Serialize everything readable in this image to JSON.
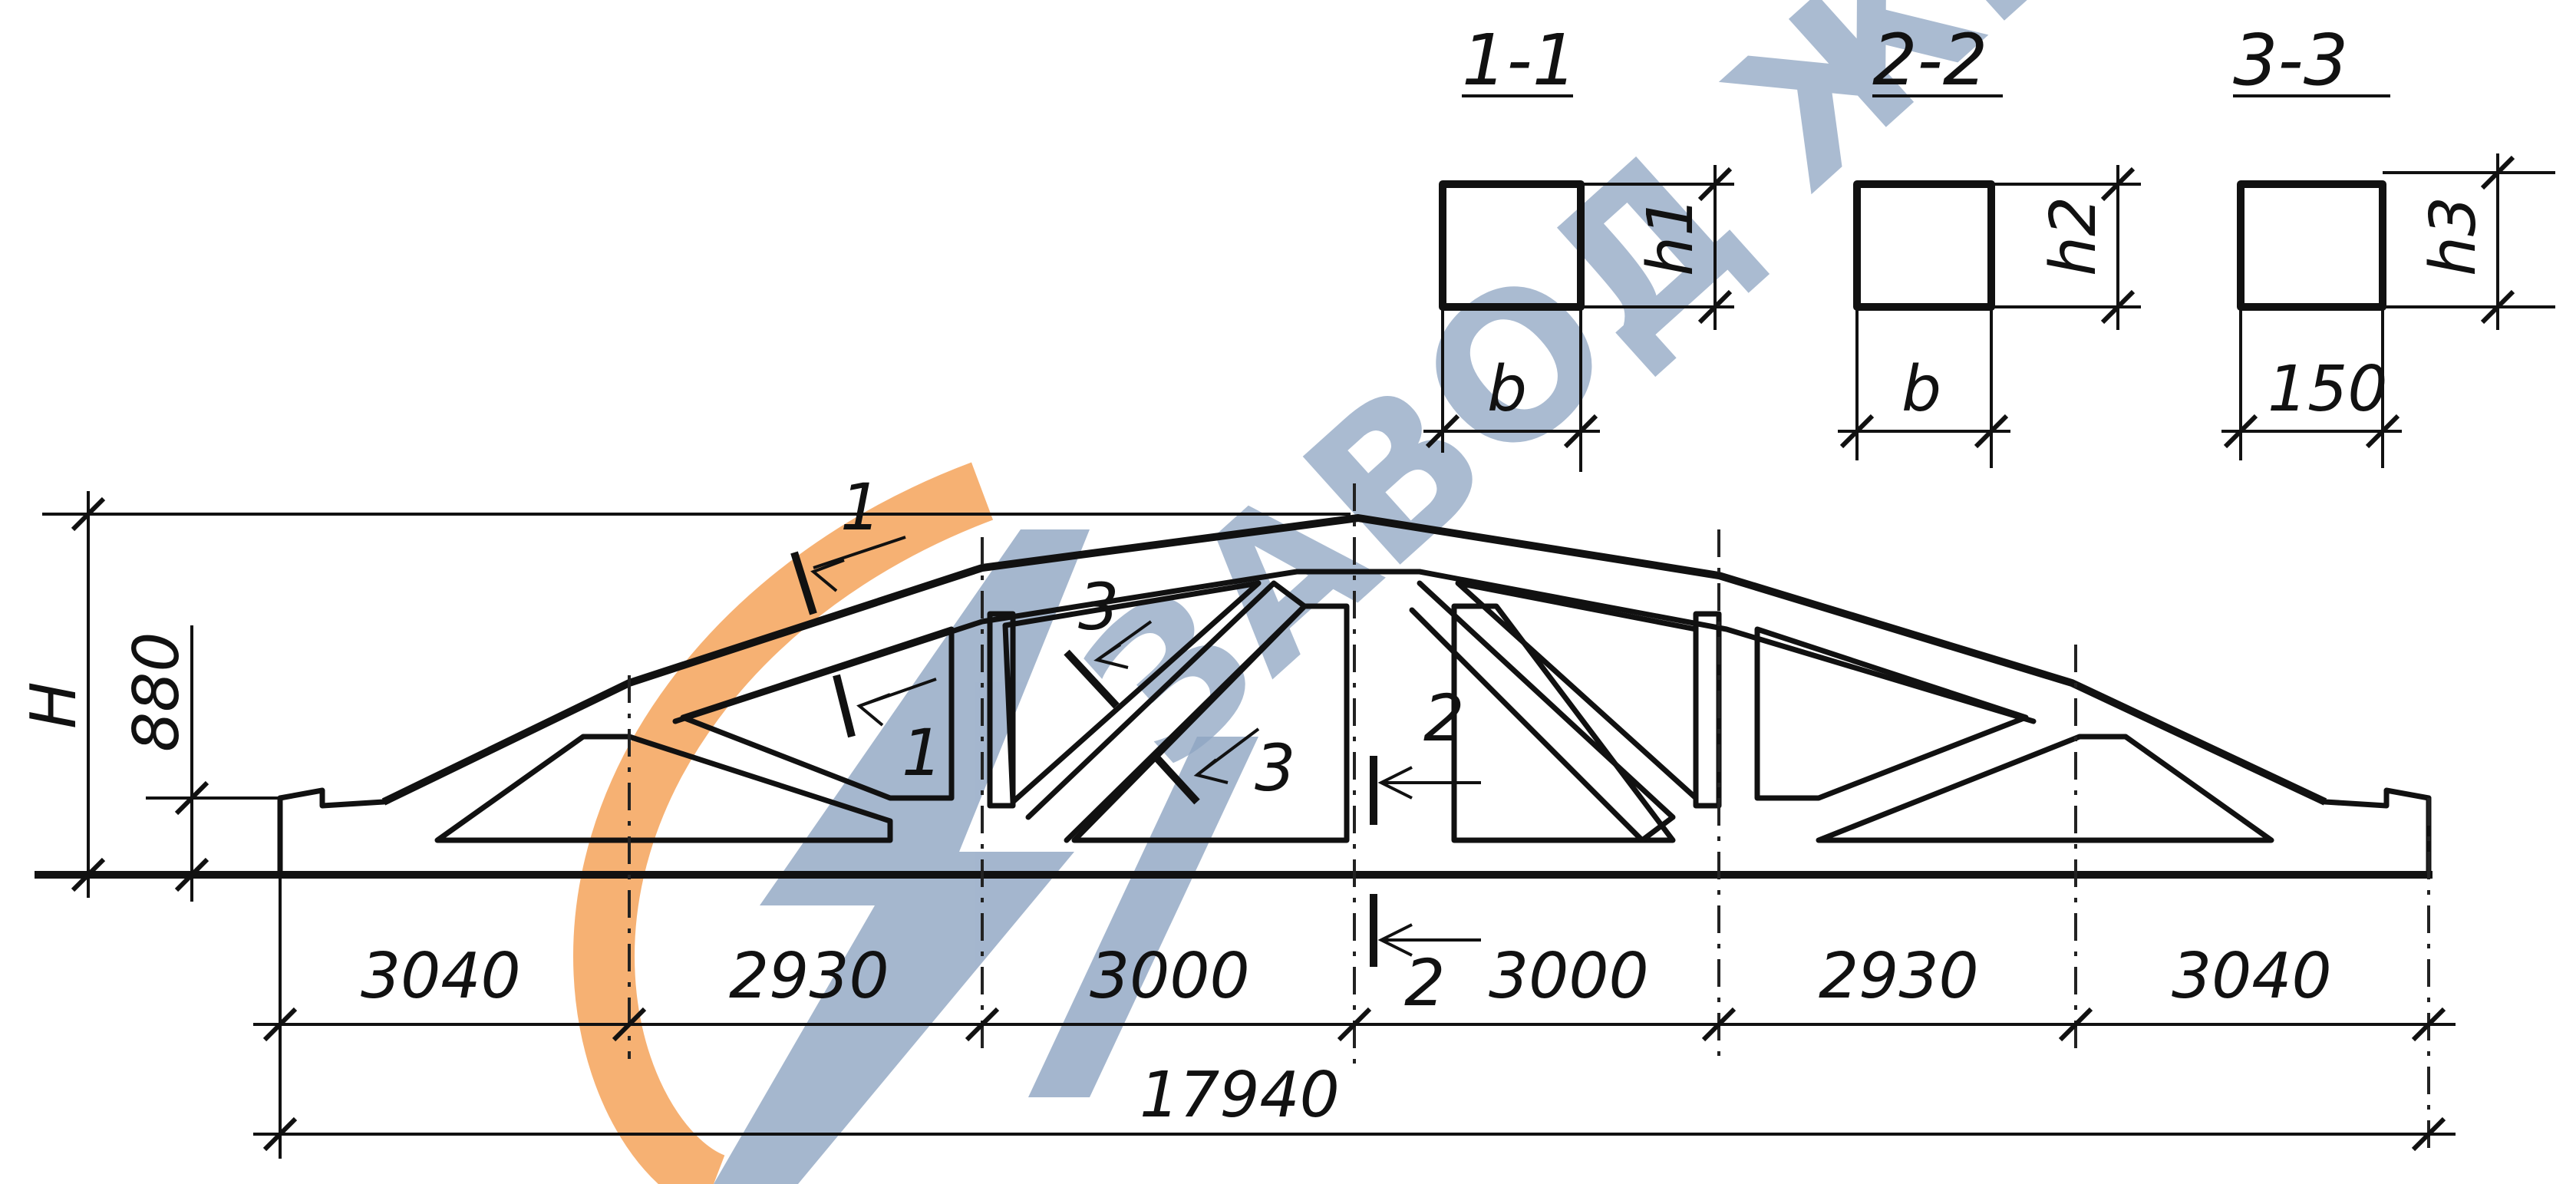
{
  "sections": {
    "s1": {
      "title": "1-1",
      "height": "h1",
      "width": "b"
    },
    "s2": {
      "title": "2-2",
      "height": "h2",
      "width": "b"
    },
    "s3": {
      "title": "3-3",
      "height": "h3",
      "width": "150"
    }
  },
  "dimensions": {
    "total_height": "H",
    "end_height": "880",
    "panels": [
      "3040",
      "2930",
      "3000",
      "3000",
      "2930",
      "3040"
    ],
    "span": "17940"
  },
  "section_marks": {
    "m1a": "1",
    "m1b": "1",
    "m2a": "2",
    "m2b": "2",
    "m3a": "3",
    "m3b": "3"
  },
  "watermark": {
    "text": "ЗАВОД ЖБИ",
    "colors": {
      "blue": "#8ea5c2",
      "orange": "#f5a35a"
    }
  }
}
